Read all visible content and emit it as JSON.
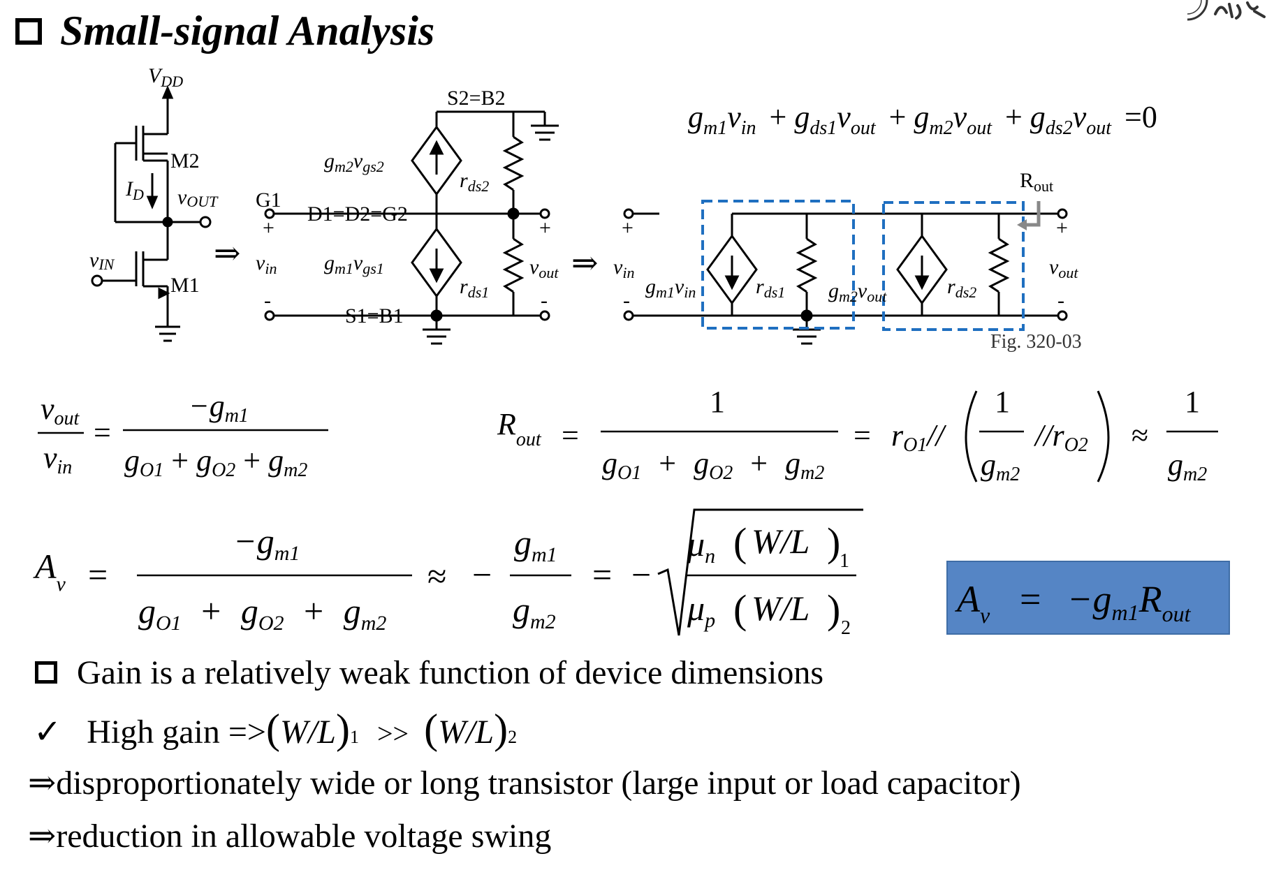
{
  "title": "Small-signal  Analysis",
  "circuit1": {
    "vdd": "V",
    "vdd_sub": "DD",
    "m2": "M2",
    "m1": "M1",
    "id": "I",
    "id_sub": "D",
    "vout": "v",
    "vout_sub": "OUT",
    "vin": "v",
    "vin_sub": "IN"
  },
  "circuit2": {
    "top": "S2=B2",
    "bottom": "S1=B1",
    "g1": "G1",
    "node": "D1=D2=G2",
    "src2": "g",
    "src2_sub1": "m2",
    "src2_mid": "v",
    "src2_sub2": "gs2",
    "src1": "g",
    "src1_sub1": "m1",
    "src1_mid": "v",
    "src1_sub2": "gs1",
    "rds2": "r",
    "rds2_sub": "ds2",
    "rds1": "r",
    "rds1_sub": "ds1",
    "vin": "v",
    "vin_sub": "in",
    "vout": "v",
    "vout_sub": "out",
    "plus": "+",
    "minus": "-"
  },
  "circuit3": {
    "rout": "R",
    "rout_sub": "out",
    "gm1vin": "g",
    "gm1vin_sub": "m1",
    "gm1vin_v": "v",
    "gm1vin_v_sub": "in",
    "rds1": "r",
    "rds1_sub": "ds1",
    "gm2vout": "g",
    "gm2vout_sub": "m2",
    "gm2vout_v": "v",
    "gm2vout_v_sub": "out",
    "rds2": "r",
    "rds2_sub": "ds2",
    "vin": "v",
    "vin_sub": "in",
    "vout": "v",
    "vout_sub": "out",
    "fig": "Fig. 320-03"
  },
  "kcl": {
    "t1": "g",
    "t1s": "m1",
    "t1v": "v",
    "t1vs": "in",
    "t2": "g",
    "t2s": "ds1",
    "t2v": "v",
    "t2vs": "out",
    "t3": "g",
    "t3s": "m2",
    "t3v": "v",
    "t3vs": "out",
    "t4": "g",
    "t4s": "ds2",
    "t4v": "v",
    "t4vs": "out",
    "plus": "+",
    "eq": "=",
    "zero": "0"
  },
  "gain_eq": {
    "num_l": "v",
    "num_ls": "out",
    "den_l": "v",
    "den_ls": "in",
    "eq": "=",
    "num_r": "−g",
    "num_rs": "m1",
    "den_r1": "g",
    "den_r1s": "O1",
    "den_r2": "g",
    "den_r2s": "O2",
    "den_r3": "g",
    "den_r3s": "m2",
    "plus": "+"
  },
  "rout_eq": {
    "lhs": "R",
    "lhs_s": "out",
    "eq": "=",
    "one": "1",
    "d1": "g",
    "d1s": "O1",
    "d2": "g",
    "d2s": "O2",
    "d3": "g",
    "d3s": "m2",
    "plus": "+",
    "r": "r",
    "rs": "O1",
    "par": "//",
    "g": "g",
    "gs": "m2",
    "r2": "r",
    "r2s": "O2",
    "approx": "≈"
  },
  "av_eq": {
    "lhs": "A",
    "lhs_s": "v",
    "eq": "=",
    "num": "−g",
    "num_s": "m1",
    "d1": "g",
    "d1s": "O1",
    "d2": "g",
    "d2s": "O2",
    "d3": "g",
    "d3s": "m2",
    "plus": "+",
    "approx": "≈",
    "minus": "−",
    "f_num": "g",
    "f_num_s": "m1",
    "f_den": "g",
    "f_den_s": "m2",
    "mu_n": "μ",
    "mu_n_s": "n",
    "mu_p": "μ",
    "mu_p_s": "p",
    "wl": "W/L",
    "one": "1",
    "two": "2"
  },
  "boxed": {
    "lhs": "A",
    "lhs_s": "v",
    "eq": "=",
    "rhs": "−g",
    "rhs_s": "m1",
    "r": "R",
    "r_s": "out",
    "color": "#5585C5"
  },
  "bullets": {
    "b1": "Gain is a relatively weak function of device dimensions",
    "check": "✓",
    "b2": "High gain =>",
    "wl": "W/L",
    "s1": "1",
    "gt": ">>",
    "s2": "2",
    "arrow": "⇒",
    "b3": "disproportionately wide or long transistor (large input or load capacitor)",
    "b4": "reduction in allowable voltage swing"
  },
  "colors": {
    "dashed_box": "#1F6FC0",
    "rout_arrow": "#888888"
  }
}
